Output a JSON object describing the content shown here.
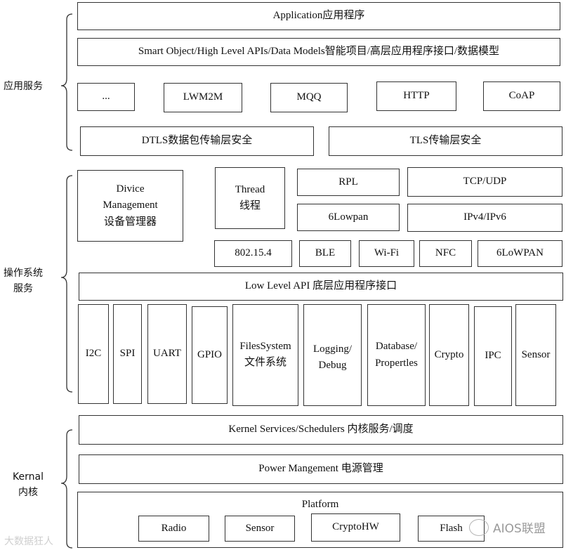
{
  "sections": {
    "app": "应用服务",
    "os_line1": "操作系统",
    "os_line2": "服务",
    "kernel_line1": "Kernal",
    "kernel_line2": "内核"
  },
  "app": {
    "application": "Application应用程序",
    "smart_object": "Smart Object/High Level APIs/Data Models智能项目/高层应用程序接口/数据模型",
    "protocols": [
      "...",
      "LWM2M",
      "MQQ",
      "HTTP",
      "CoAP"
    ],
    "dtls": "DTLS数据包传输层安全",
    "tls": "TLS传输层安全"
  },
  "os": {
    "device_mgmt": [
      "Divice",
      "Management",
      "设备管理器"
    ],
    "thread": [
      "Thread",
      "线程"
    ],
    "rpl": "RPL",
    "tcp_udp": "TCP/UDP",
    "lowpan": "6Lowpan",
    "ipv": "IPv4/IPv6",
    "links": [
      "802.15.4",
      "BLE",
      "Wi-Fi",
      "NFC",
      "6LoWPAN"
    ],
    "low_level_api": "Low Level API 底层应用程序接口",
    "i2c": "I2C",
    "spi": "SPI",
    "uart": "UART",
    "gpio": "GPIO",
    "filesystem": [
      "FilesSystem",
      "文件系统"
    ],
    "logging": [
      "Logging/",
      "Debug"
    ],
    "database": [
      "Database/",
      "Propertles"
    ],
    "crypto": "Crypto",
    "ipc": "IPC",
    "sensor": "Sensor"
  },
  "kernel": {
    "services": "Kernel Services/Schedulers 内核服务/调度",
    "power": "Power Mangement 电源管理",
    "platform": "Platform",
    "hw": [
      "Radio",
      "Sensor",
      "CryptoHW",
      "Flash"
    ]
  },
  "watermarks": {
    "left": "大数据狂人",
    "right": "AIOS联盟"
  }
}
